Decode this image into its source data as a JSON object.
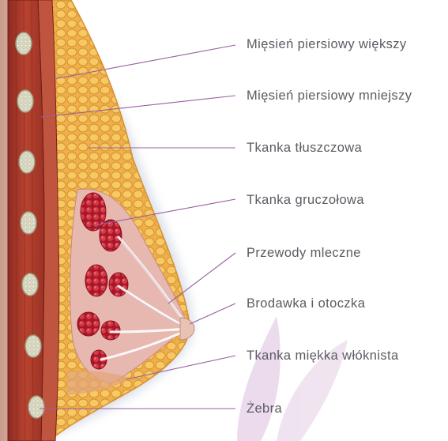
{
  "diagram": {
    "colors": {
      "leader_line": "#9a5ea0",
      "label_text": "#5b5b63",
      "muscle": "#b03a2e",
      "fat": "#e9b04a",
      "gland": "#c21f32",
      "watermark": "#ead8ec"
    },
    "labels": [
      {
        "id": "pectoralis-major",
        "text": "Mięsień piersiowy większy"
      },
      {
        "id": "pectoralis-minor",
        "text": "Mięsień piersiowy mniejszy"
      },
      {
        "id": "fat-tissue",
        "text": "Tkanka tłuszczowa"
      },
      {
        "id": "glandular-tissue",
        "text": "Tkanka gruczołowa"
      },
      {
        "id": "milk-ducts",
        "text": "Przewody mleczne"
      },
      {
        "id": "nipple-areola",
        "text": "Brodawka i otoczka"
      },
      {
        "id": "fibrous-tissue",
        "text": "Tkanka miękka włóknista"
      },
      {
        "id": "ribs",
        "text": "Żebra"
      }
    ]
  }
}
